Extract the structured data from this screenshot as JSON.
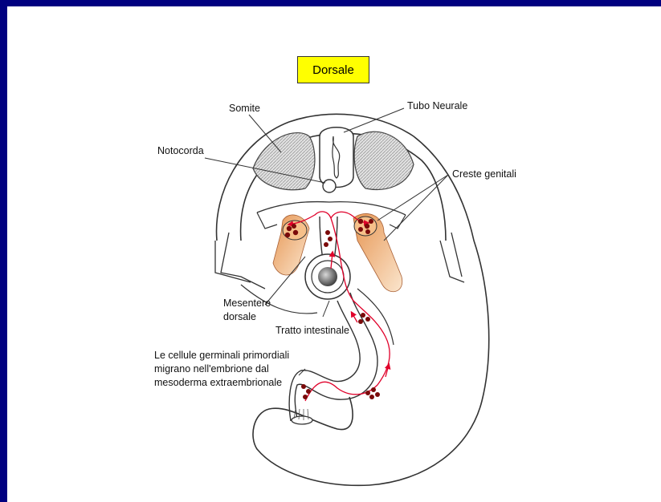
{
  "header": {
    "orientation_label": "Dorsale"
  },
  "labels": {
    "somite": "Somite",
    "neural_tube": "Tubo Neurale",
    "notochord": "Notocorda",
    "genital_ridges": "Creste genitali",
    "dorsal_mesentery_line1": "Mesentere",
    "dorsal_mesentery_line2": "dorsale",
    "intestinal_tract": "Tratto intestinale",
    "germ_cells_line1": "Le cellule germinali primordiali",
    "germ_cells_line2": "migrano nell'embrione dal",
    "germ_cells_line3": "mesoderma extraembrionale"
  },
  "colors": {
    "frame": "#000080",
    "badge": "#ffff00",
    "migration_arrow": "#e0002a",
    "germ_cell": "#7a0a0a",
    "genital_ridge": "#f0a060",
    "somite_hatch": "#bdbdbd"
  }
}
